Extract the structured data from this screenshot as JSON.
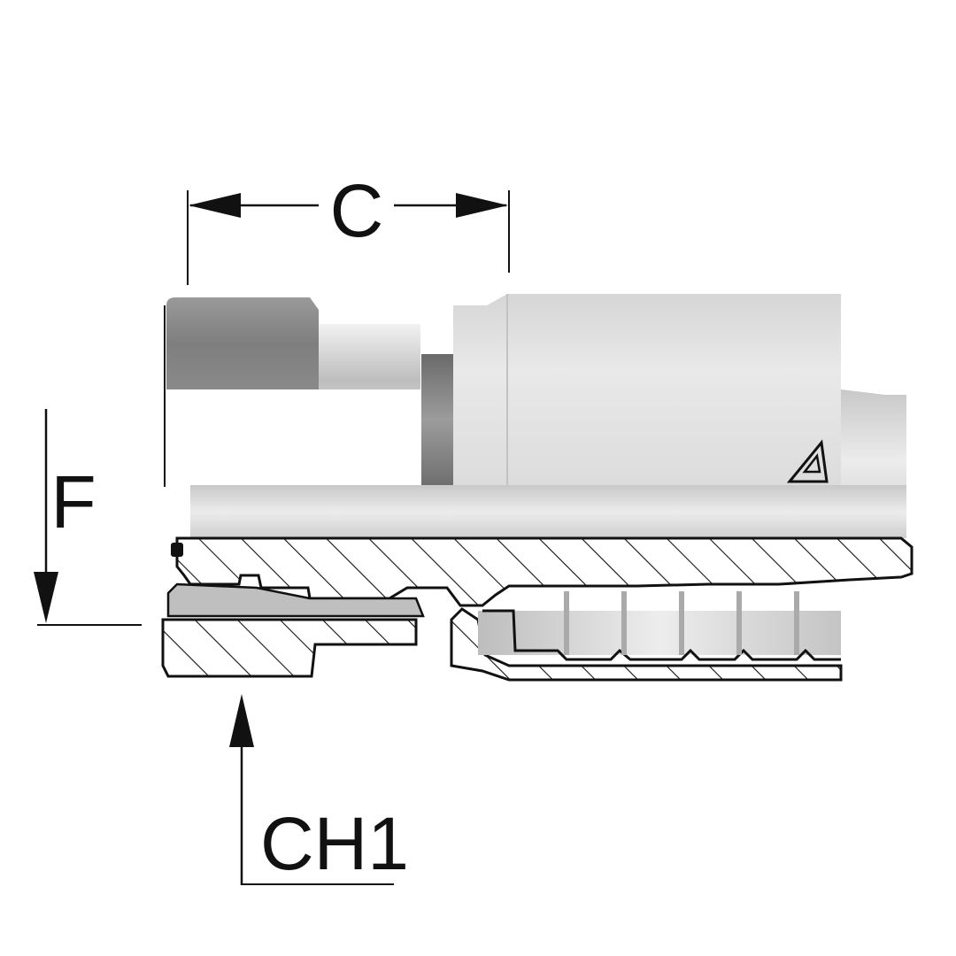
{
  "labels": {
    "c": "C",
    "f": "F",
    "ch1": "CH1"
  },
  "colors": {
    "outline": "#111111",
    "nut_dark": "#8c8c8c",
    "body_light": "#e4e4e4",
    "body_mid": "#cfcfcf",
    "groove_dark": "#7a7a7a"
  }
}
